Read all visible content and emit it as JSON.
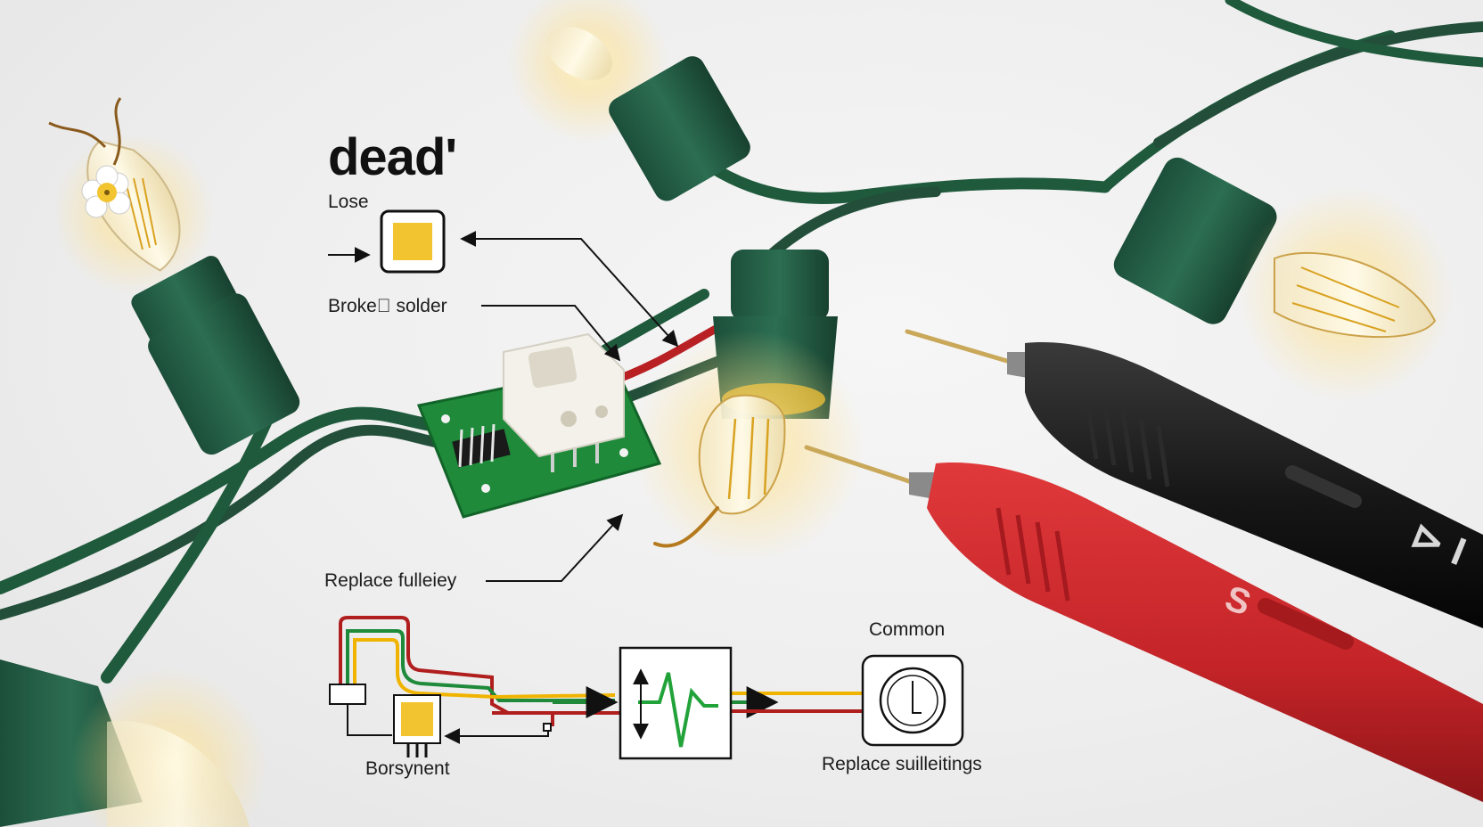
{
  "title": "dead'",
  "labels": {
    "lose": "Lose",
    "broken_solder": "Broke\u0000 solder",
    "replace_fuse": "Replace fulleiey",
    "component": "Borsynent",
    "common": "Common",
    "replace_settings": "Replace suilleitings"
  },
  "probe_marks": {
    "black": "⊳ I",
    "red": "S"
  },
  "colors": {
    "wire_green": "#1f5a3c",
    "socket_green": "#24604a",
    "pcb_green": "#1e8a3a",
    "probe_black": "#161616",
    "probe_red": "#c8262a",
    "fuse_yellow": "#f2c430",
    "pulse_green": "#22a33a",
    "trace_yellow": "#f0b400",
    "trace_red": "#b01e1e"
  }
}
